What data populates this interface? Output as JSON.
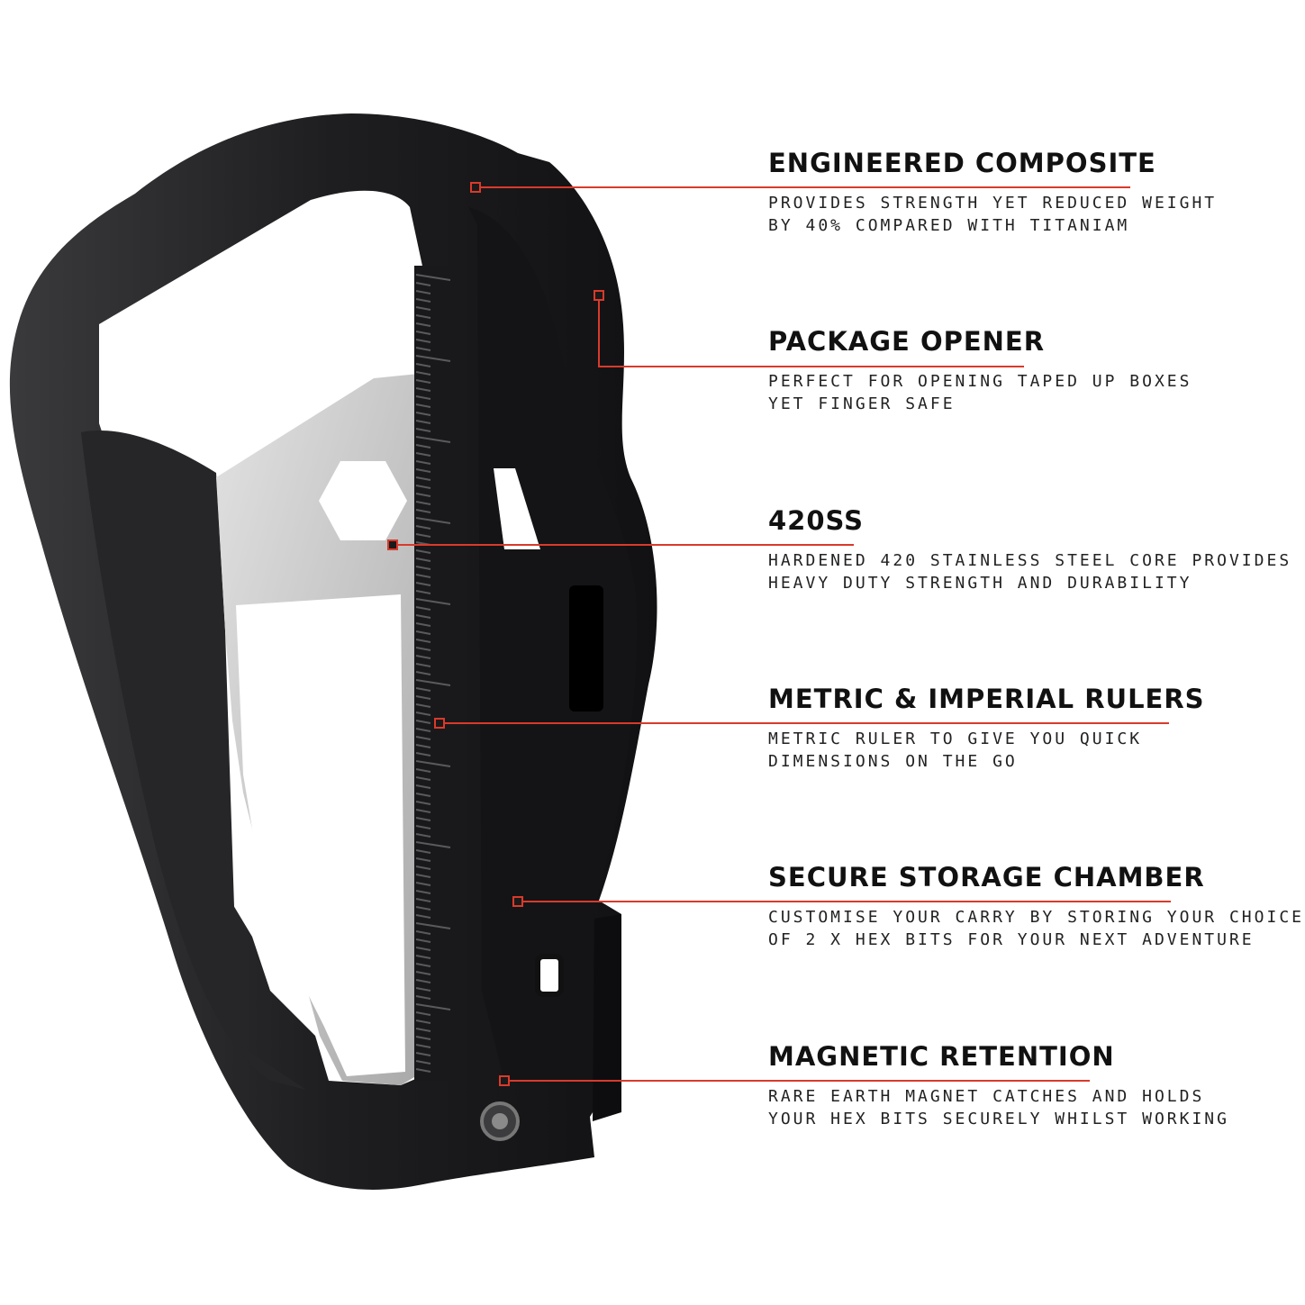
{
  "accent_color": "#d93a2b",
  "product": {
    "body_color": "#1c1c1e",
    "steel_color": "#c9c9c9"
  },
  "features": [
    {
      "title": "ENGINEERED COMPOSITE",
      "lines": [
        "PROVIDES STRENGTH YET REDUCED WEIGHT",
        "BY 40% COMPARED WITH TITANIAM"
      ]
    },
    {
      "title": "PACKAGE OPENER",
      "lines": [
        "PERFECT FOR OPENING TAPED UP BOXES",
        "YET FINGER SAFE"
      ]
    },
    {
      "title": "420SS",
      "lines": [
        "HARDENED 420 STAINLESS STEEL CORE PROVIDES",
        "HEAVY DUTY STRENGTH AND DURABILITY"
      ]
    },
    {
      "title": "METRIC & IMPERIAL RULERS",
      "lines": [
        "METRIC RULER TO GIVE YOU QUICK",
        "DIMENSIONS ON THE GO"
      ]
    },
    {
      "title": "SECURE STORAGE CHAMBER",
      "lines": [
        "CUSTOMISE YOUR CARRY BY STORING YOUR CHOICE",
        "OF 2 X HEX BITS FOR YOUR NEXT ADVENTURE"
      ]
    },
    {
      "title": "MAGNETIC RETENTION",
      "lines": [
        "RARE EARTH MAGNET CATCHES AND HOLDS",
        "YOUR HEX BITS SECURELY WHILST WORKING"
      ]
    }
  ]
}
